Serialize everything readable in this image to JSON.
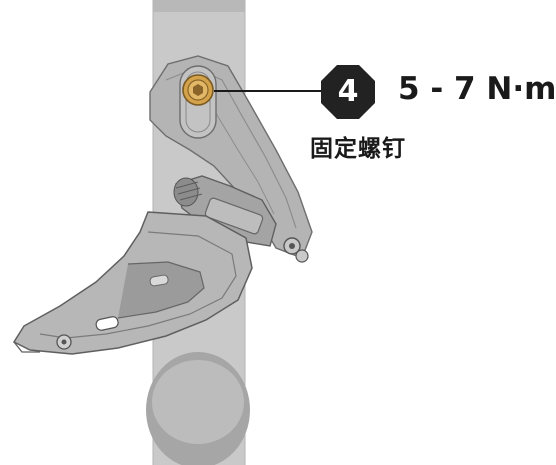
{
  "callout": {
    "number": "4",
    "torque": "5 - 7 N·m",
    "caption": "固定螺钉",
    "badge_color": "#222222",
    "bolt_color": "#d4a24a"
  },
  "illustration": {
    "subject": "front-derailleur",
    "seat_tube_color": "#c9c9c9",
    "body_color": "#a9a9a9"
  }
}
